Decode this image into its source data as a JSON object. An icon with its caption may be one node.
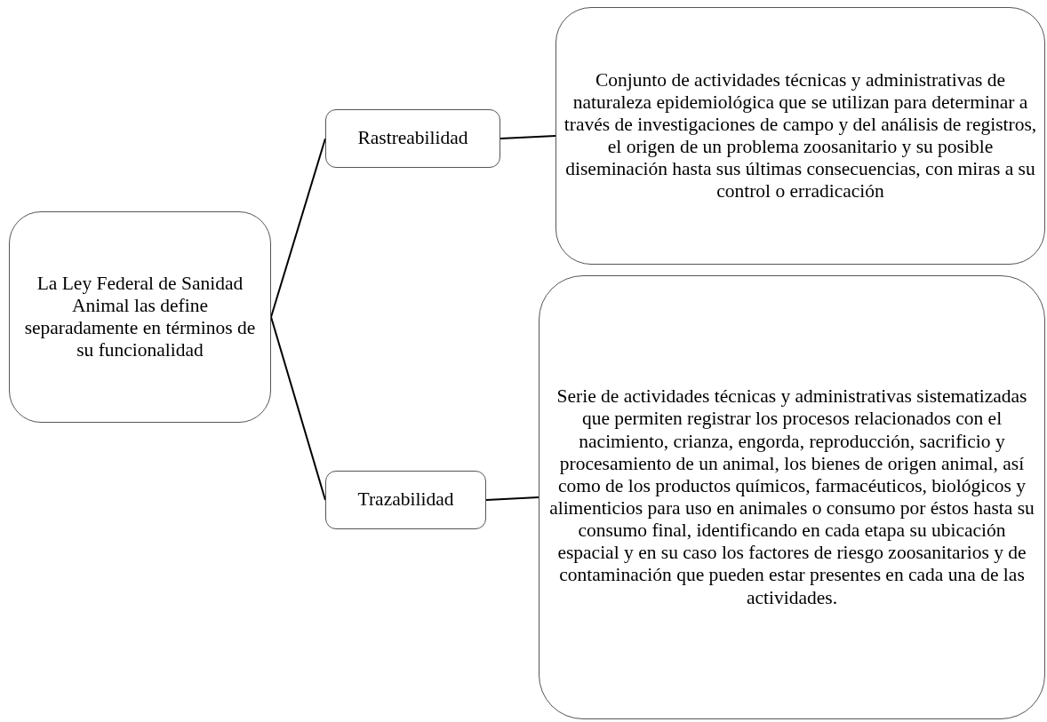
{
  "diagram": {
    "nodes": [
      {
        "text": [
          "La Ley Federal de Sanidad Animal las define separadamente en términos de su funcionalidad"
        ]
      },
      {
        "text": [
          "Rastreabilidad"
        ]
      },
      {
        "text": [
          "Conjunto de actividades técnicas y administrativas de naturaleza epidemiológica que se utilizan para determinar a través de investigaciones de campo y del análisis de registros, el origen de un problema zoosanitario y su posible diseminación hasta sus últimas consecuencias, con miras a su control o erradicación"
        ]
      },
      {
        "text": [
          "Trazabilidad"
        ]
      },
      {
        "text": [
          "Serie de actividades técnicas y administrativas sistematizadas que permiten registrar los procesos relacionados con el nacimiento, crianza, engorda, reproducción, sacrificio y procesamiento de un animal, los bienes de origen animal, así como de los productos químicos, farmacéuticos, biológicos y alimenticios para uso en animales o consumo por éstos hasta su consumo final, identificando en cada etapa su ubicación espacial y en su caso los factores de riesgo zoosanitarios y de contaminación que pueden estar presentes en cada una de las actividades."
        ]
      }
    ],
    "edges": [
      {
        "from": 0,
        "to": 1,
        "arrow": "none"
      },
      {
        "from": 0,
        "to": 3,
        "arrow": "none"
      },
      {
        "from": 1,
        "to": 2,
        "arrow": "none"
      },
      {
        "from": 3,
        "to": 4,
        "arrow": "none"
      }
    ]
  }
}
